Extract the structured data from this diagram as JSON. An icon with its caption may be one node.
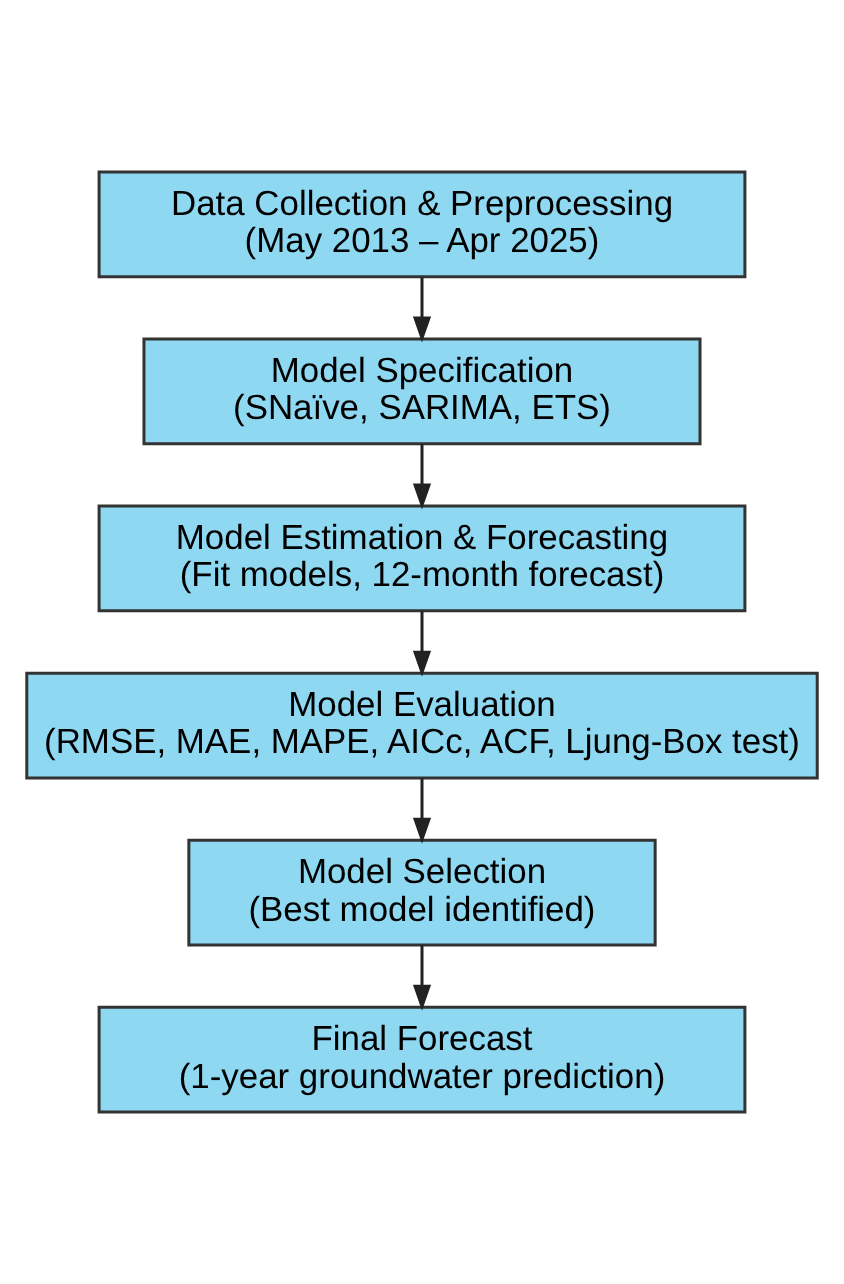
{
  "diagram": {
    "nodes": [
      {
        "text": [
          "Data Collection & Preprocessing",
          "(May 2013 – Apr 2025)"
        ]
      },
      {
        "text": [
          "Model Specification",
          "(SNaïve, SARIMA, ETS)"
        ]
      },
      {
        "text": [
          "Model Estimation & Forecasting",
          "(Fit models, 12-month forecast)"
        ]
      },
      {
        "text": [
          "Model Evaluation",
          "(RMSE, MAE, MAPE, AICc, ACF, Ljung-Box test)"
        ]
      },
      {
        "text": [
          "Model Selection",
          "(Best model identified)"
        ]
      },
      {
        "text": [
          "Final Forecast",
          "(1-year groundwater prediction)"
        ]
      }
    ],
    "edges": [
      {
        "from": 0,
        "to": 1,
        "arrow": "to"
      },
      {
        "from": 1,
        "to": 2,
        "arrow": "to"
      },
      {
        "from": 2,
        "to": 3,
        "arrow": "to"
      },
      {
        "from": 3,
        "to": 4,
        "arrow": "to"
      },
      {
        "from": 4,
        "to": 5,
        "arrow": "to"
      }
    ]
  }
}
